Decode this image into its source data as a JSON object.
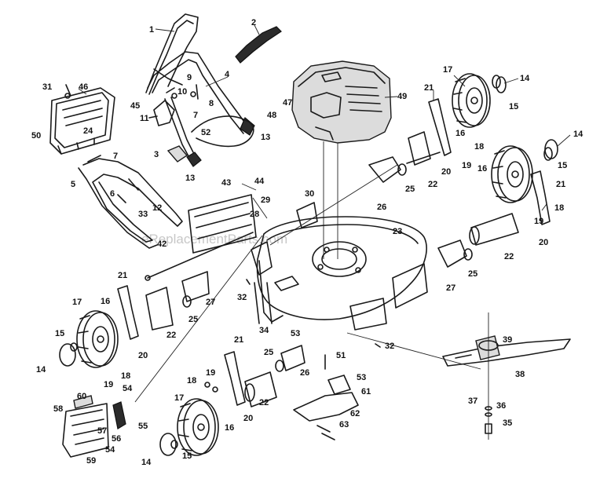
{
  "watermark": "eReplacementParts.com",
  "labels": {
    "l1": "1",
    "l2": "2",
    "l3": "3",
    "l4": "4",
    "l5": "5",
    "l6": "6",
    "l7a": "7",
    "l7b": "7",
    "l8": "8",
    "l9": "9",
    "l10": "10",
    "l11": "11",
    "l12": "12",
    "l13a": "13",
    "l13b": "13",
    "l14a": "14",
    "l14b": "14",
    "l14c": "14",
    "l14d": "14",
    "l15a": "15",
    "l15b": "15",
    "l15c": "15",
    "l15d": "15",
    "l16a": "16",
    "l16b": "16",
    "l16c": "16",
    "l16d": "16",
    "l17a": "17",
    "l17b": "17",
    "l17c": "17",
    "l18a": "18",
    "l18b": "18",
    "l18c": "18",
    "l18d": "18",
    "l19a": "19",
    "l19b": "19",
    "l19c": "19",
    "l19d": "19",
    "l20a": "20",
    "l20b": "20",
    "l20c": "20",
    "l20d": "20",
    "l21a": "21",
    "l21b": "21",
    "l21c": "21",
    "l21d": "21",
    "l22a": "22",
    "l22b": "22",
    "l22c": "22",
    "l22d": "22",
    "l23": "23",
    "l24": "24",
    "l25a": "25",
    "l25b": "25",
    "l25c": "25",
    "l25d": "25",
    "l26a": "26",
    "l26b": "26",
    "l27a": "27",
    "l27b": "27",
    "l28": "28",
    "l29": "29",
    "l30": "30",
    "l31": "31",
    "l32a": "32",
    "l32b": "32",
    "l33": "33",
    "l34": "34",
    "l35": "35",
    "l36": "36",
    "l37": "37",
    "l38": "38",
    "l39": "39",
    "l42": "42",
    "l43": "43",
    "l44": "44",
    "l45": "45",
    "l46": "46",
    "l47": "47",
    "l48": "48",
    "l49": "49",
    "l50": "50",
    "l51": "51",
    "l52": "52",
    "l53a": "53",
    "l53b": "53",
    "l54a": "54",
    "l54b": "54",
    "l55": "55",
    "l56": "56",
    "l57": "57",
    "l58": "58",
    "l59": "59",
    "l60": "60",
    "l61": "61",
    "l62": "62",
    "l63": "63"
  }
}
